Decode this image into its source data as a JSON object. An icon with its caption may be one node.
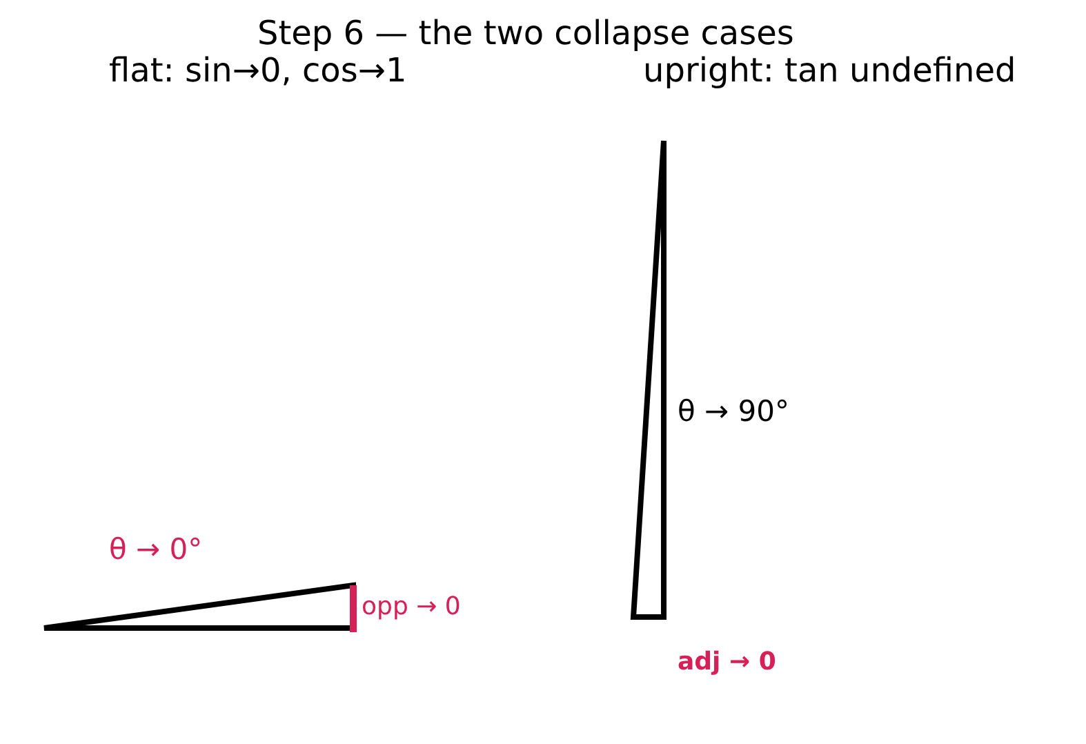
{
  "diagram": {
    "title": "Step 6 — the two collapse cases",
    "labels": [
      "flat: sin→0, cos→1",
      "upright: tan undefined",
      "θ → 0°",
      "opp → 0",
      "θ → 90°",
      "adj → 0"
    ]
  }
}
